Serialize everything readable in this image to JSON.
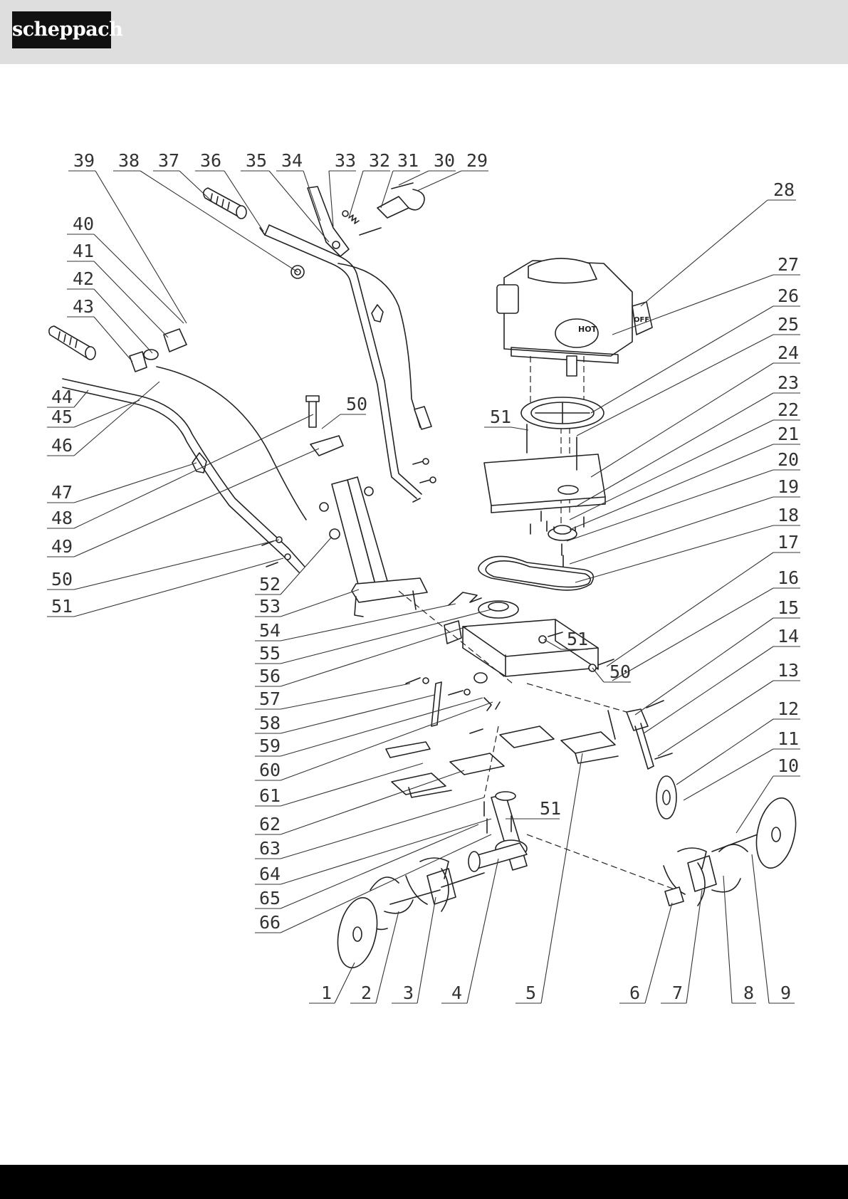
{
  "brand": {
    "logo_text": "scheppach"
  },
  "diagram": {
    "labels": [
      {
        "id": "l1",
        "text": "1"
      },
      {
        "id": "l2",
        "text": "2"
      },
      {
        "id": "l3",
        "text": "3"
      },
      {
        "id": "l4",
        "text": "4"
      },
      {
        "id": "l5",
        "text": "5"
      },
      {
        "id": "l6",
        "text": "6"
      },
      {
        "id": "l7",
        "text": "7"
      },
      {
        "id": "l8",
        "text": "8"
      },
      {
        "id": "l9",
        "text": "9"
      },
      {
        "id": "l10",
        "text": "10"
      },
      {
        "id": "l11",
        "text": "11"
      },
      {
        "id": "l12",
        "text": "12"
      },
      {
        "id": "l13",
        "text": "13"
      },
      {
        "id": "l14",
        "text": "14"
      },
      {
        "id": "l15",
        "text": "15"
      },
      {
        "id": "l16",
        "text": "16"
      },
      {
        "id": "l17",
        "text": "17"
      },
      {
        "id": "l18",
        "text": "18"
      },
      {
        "id": "l19",
        "text": "19"
      },
      {
        "id": "l20",
        "text": "20"
      },
      {
        "id": "l21",
        "text": "21"
      },
      {
        "id": "l22",
        "text": "22"
      },
      {
        "id": "l23",
        "text": "23"
      },
      {
        "id": "l24",
        "text": "24"
      },
      {
        "id": "l25",
        "text": "25"
      },
      {
        "id": "l26",
        "text": "26"
      },
      {
        "id": "l27",
        "text": "27"
      },
      {
        "id": "l28",
        "text": "28"
      },
      {
        "id": "l29",
        "text": "29"
      },
      {
        "id": "l30",
        "text": "30"
      },
      {
        "id": "l31",
        "text": "31"
      },
      {
        "id": "l32",
        "text": "32"
      },
      {
        "id": "l33",
        "text": "33"
      },
      {
        "id": "l34",
        "text": "34"
      },
      {
        "id": "l35",
        "text": "35"
      },
      {
        "id": "l36",
        "text": "36"
      },
      {
        "id": "l37",
        "text": "37"
      },
      {
        "id": "l38",
        "text": "38"
      },
      {
        "id": "l39",
        "text": "39"
      },
      {
        "id": "l40",
        "text": "40"
      },
      {
        "id": "l41",
        "text": "41"
      },
      {
        "id": "l42",
        "text": "42"
      },
      {
        "id": "l43",
        "text": "43"
      },
      {
        "id": "l44",
        "text": "44"
      },
      {
        "id": "l45",
        "text": "45"
      },
      {
        "id": "l46",
        "text": "46"
      },
      {
        "id": "l47",
        "text": "47"
      },
      {
        "id": "l48",
        "text": "48"
      },
      {
        "id": "l49",
        "text": "49"
      },
      {
        "id": "l50",
        "text": "50"
      },
      {
        "id": "l51",
        "text": "51"
      },
      {
        "id": "l52",
        "text": "52"
      },
      {
        "id": "l53",
        "text": "53"
      },
      {
        "id": "l54",
        "text": "54"
      },
      {
        "id": "l55",
        "text": "55"
      },
      {
        "id": "l56",
        "text": "56"
      },
      {
        "id": "l57",
        "text": "57"
      },
      {
        "id": "l58",
        "text": "58"
      },
      {
        "id": "l59",
        "text": "59"
      },
      {
        "id": "l60",
        "text": "60"
      },
      {
        "id": "l61",
        "text": "61"
      },
      {
        "id": "l62",
        "text": "62"
      },
      {
        "id": "l63",
        "text": "63"
      },
      {
        "id": "l64",
        "text": "64"
      },
      {
        "id": "l65",
        "text": "65"
      },
      {
        "id": "l66",
        "text": "66"
      },
      {
        "id": "l50b",
        "text": "50"
      },
      {
        "id": "l51b",
        "text": "51"
      },
      {
        "id": "l51c",
        "text": "51"
      },
      {
        "id": "l50c",
        "text": "50"
      },
      {
        "id": "l51d",
        "text": "51"
      }
    ],
    "engine_text": {
      "hot": "HOT",
      "off": "OFF"
    }
  }
}
